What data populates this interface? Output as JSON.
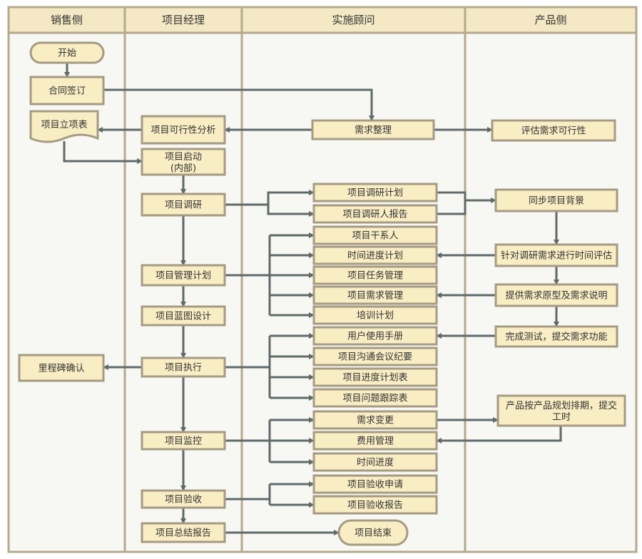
{
  "colors": {
    "page_bg": "#ffffff",
    "lane_bg": "#f7f7f4",
    "lane_border": "#b5a98c",
    "header_fill": "#f4e9c4",
    "node_fill": "#f9edc4",
    "node_stroke": "#a59b82",
    "arrow": "#5f6a6a",
    "text": "#333333"
  },
  "lanes": [
    {
      "id": "sales",
      "title": "销售侧"
    },
    {
      "id": "pm",
      "title": "项目经理"
    },
    {
      "id": "consultant",
      "title": "实施顾问"
    },
    {
      "id": "product",
      "title": "产品侧"
    }
  ],
  "nodes": [
    {
      "id": "start",
      "text": "开始"
    },
    {
      "id": "contract",
      "text": "合同签订"
    },
    {
      "id": "project_setup",
      "text": "项目立项表"
    },
    {
      "id": "feasibility",
      "text": "项目可行性分析"
    },
    {
      "id": "kickoff",
      "text": "项目启动",
      "text2": "(内部)"
    },
    {
      "id": "research",
      "text": "项目调研"
    },
    {
      "id": "mgmt_plan",
      "text": "项目管理计划"
    },
    {
      "id": "blueprint",
      "text": "项目蓝图设计"
    },
    {
      "id": "execute",
      "text": "项目执行"
    },
    {
      "id": "monitor",
      "text": "项目监控"
    },
    {
      "id": "acceptance",
      "text": "项目验收"
    },
    {
      "id": "summary",
      "text": "项目总结报告"
    },
    {
      "id": "milestone",
      "text": "里程碑确认"
    },
    {
      "id": "req_sort",
      "text": "需求整理"
    },
    {
      "id": "research_plan",
      "text": "项目调研计划"
    },
    {
      "id": "research_report",
      "text": "项目调研人报告"
    },
    {
      "id": "stakeholders",
      "text": "项目干系人"
    },
    {
      "id": "schedule_plan",
      "text": "时间进度计划"
    },
    {
      "id": "task_mgmt",
      "text": "项目任务管理"
    },
    {
      "id": "req_mgmt",
      "text": "项目需求管理"
    },
    {
      "id": "training",
      "text": "培训计划"
    },
    {
      "id": "user_manual",
      "text": "用户使用手册"
    },
    {
      "id": "meeting_minutes",
      "text": "项目沟通会议纪要"
    },
    {
      "id": "progress_table",
      "text": "项目进度计划表"
    },
    {
      "id": "issue_tracking",
      "text": "项目问题跟踪表"
    },
    {
      "id": "req_change",
      "text": "需求变更"
    },
    {
      "id": "cost_mgmt",
      "text": "费用管理"
    },
    {
      "id": "time_progress",
      "text": "时间进度"
    },
    {
      "id": "accept_apply",
      "text": "项目验收申请"
    },
    {
      "id": "accept_report",
      "text": "项目验收报告"
    },
    {
      "id": "end",
      "text": "项目结束"
    },
    {
      "id": "eval_feasibility",
      "text": "评估需求可行性"
    },
    {
      "id": "sync_background",
      "text": "同步项目背景"
    },
    {
      "id": "time_eval",
      "text": "针对调研需求进行时间评估"
    },
    {
      "id": "prototype",
      "text": "提供需求原型及需求说明"
    },
    {
      "id": "finish_test",
      "text": "完成测试，提交需求功能"
    },
    {
      "id": "product_plan",
      "text": "产品按产品规划排期，提交",
      "text2": "工时"
    }
  ]
}
